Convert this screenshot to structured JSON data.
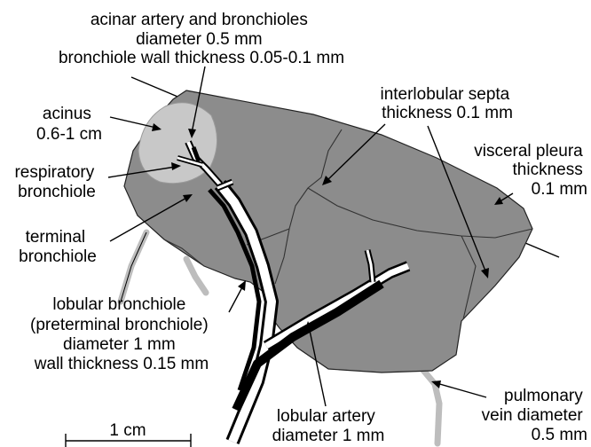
{
  "labels": {
    "acinar_artery": [
      "acinar artery and bronchioles",
      "diameter 0.5 mm",
      "bronchiole wall thickness 0.05-0.1 mm"
    ],
    "acinus": [
      "acinus",
      "0.6-1 cm"
    ],
    "respiratory_bronchiole": [
      "respiratory",
      "bronchiole"
    ],
    "terminal_bronchiole": [
      "terminal",
      "bronchiole"
    ],
    "lobular_bronchiole": [
      "lobular bronchiole",
      "(preterminal bronchiole)",
      "diameter 1 mm",
      "wall thickness 0.15 mm"
    ],
    "interlobular_septa": [
      "interlobular septa",
      "thickness 0.1 mm"
    ],
    "visceral_pleura": [
      "visceral pleura",
      "thickness",
      "0.1 mm"
    ],
    "pulmonary_vein": [
      "pulmonary",
      "vein diameter",
      "0.5 mm"
    ],
    "lobular_artery": [
      "lobular artery",
      "diameter 1 mm"
    ],
    "scale_bar": "1 cm"
  },
  "colors": {
    "lobule_fill": "#8c8c8c",
    "acinus_fill": "#c8c8c8",
    "septa_stroke": "#bdbdbd",
    "artery": "#000000",
    "bronchus_wall": "#ffffff"
  }
}
